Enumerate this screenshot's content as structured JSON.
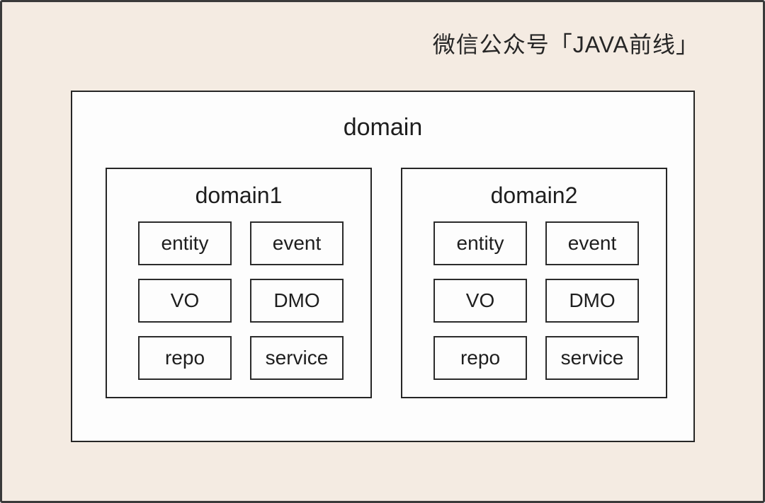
{
  "header": {
    "title": "微信公众号「JAVA前线」"
  },
  "diagram": {
    "domain_label": "domain",
    "subdomains": [
      {
        "label": "domain1",
        "items": [
          "entity",
          "event",
          "VO",
          "DMO",
          "repo",
          "service"
        ]
      },
      {
        "label": "domain2",
        "items": [
          "entity",
          "event",
          "VO",
          "DMO",
          "repo",
          "service"
        ]
      }
    ]
  },
  "colors": {
    "page_background": "#f4ebe2",
    "frame_border": "#3a3a3a",
    "box_background": "#fdfdfd",
    "box_border": "#262626",
    "text": "#1e1e1e"
  }
}
